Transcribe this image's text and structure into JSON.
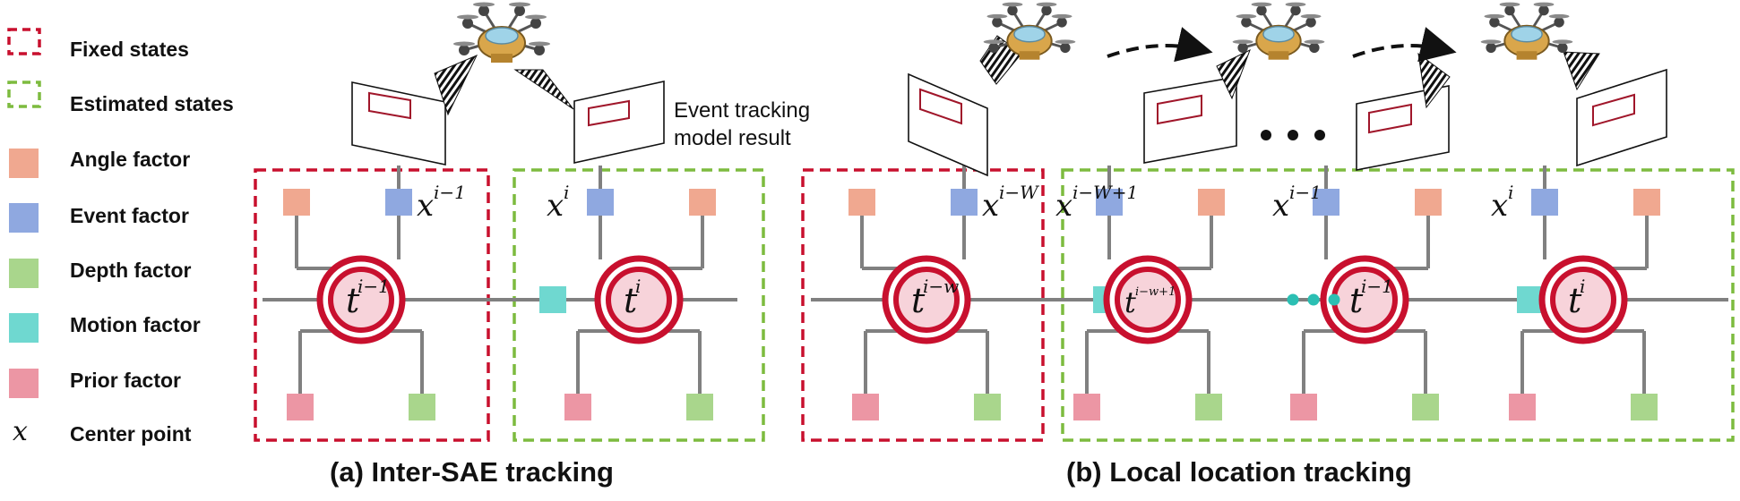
{
  "legend": [
    {
      "label": "Fixed states",
      "kind": "box",
      "color": "#c8102e"
    },
    {
      "label": "Estimated states",
      "kind": "box",
      "color": "#7dbb3f"
    },
    {
      "label": "Angle factor",
      "kind": "square",
      "color": "#f0a890"
    },
    {
      "label": "Event factor",
      "kind": "square",
      "color": "#8fa8e0"
    },
    {
      "label": "Depth factor",
      "kind": "square",
      "color": "#a9d68c"
    },
    {
      "label": "Motion factor",
      "kind": "square",
      "color": "#6fd8d0"
    },
    {
      "label": "Prior factor",
      "kind": "square",
      "color": "#ec96a4"
    },
    {
      "label": "Center point",
      "kind": "symbol",
      "symbol": "𝑥"
    }
  ],
  "note": {
    "line1": "Event tracking",
    "line2": "model result"
  },
  "captions": {
    "a": "(a) Inter-SAE tracking",
    "b": "(b) Local location tracking"
  },
  "nodes": {
    "a1": {
      "label": "t",
      "sup": "i−1"
    },
    "a2": {
      "label": "t",
      "sup": "i"
    },
    "b1": {
      "label": "t",
      "sup": "i−w"
    },
    "b2": {
      "label": "t",
      "sup": "i−w+1"
    },
    "b3": {
      "label": "t",
      "sup": "i−1"
    },
    "b4": {
      "label": "t",
      "sup": "i"
    }
  },
  "x_labels": {
    "a1": {
      "base": "x",
      "sup": "i−1"
    },
    "a2": {
      "base": "x",
      "sup": "i"
    },
    "b1": {
      "base": "x",
      "sup": "i−W"
    },
    "b2": {
      "base": "x",
      "sup": "i−W+1"
    },
    "b3": {
      "base": "x",
      "sup": "i−1"
    },
    "b4": {
      "base": "x",
      "sup": "i"
    }
  },
  "colors": {
    "node_ring": "#c8102e",
    "node_fill": "#f7d3da",
    "line": "#808080",
    "motion": "#6fd8d0",
    "fixed_box": "#c8102e",
    "estimated_box": "#7dbb3f",
    "rect_in_frame": "#a0162a",
    "ellipsis_dots": "#2bbfb3"
  },
  "icons": [
    "drone-icon",
    "event-camera-frame-icon",
    "view-cone-icon",
    "right-arrow-icon"
  ]
}
